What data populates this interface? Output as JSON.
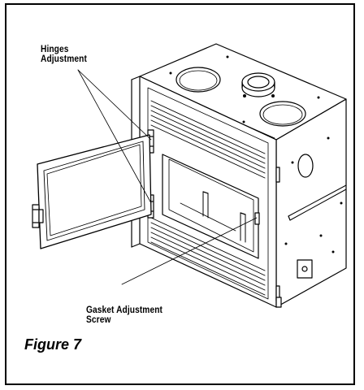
{
  "labels": {
    "hinges": [
      "Hinges",
      "Adjustment"
    ],
    "gasket": [
      "Gasket Adjustment",
      "Screw"
    ],
    "figure": "Figure 7"
  },
  "colors": {
    "line": "#000000",
    "background": "#ffffff"
  }
}
